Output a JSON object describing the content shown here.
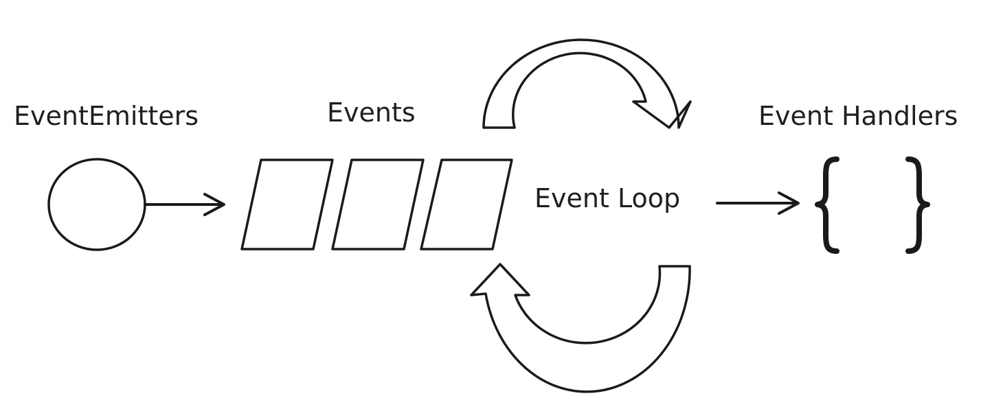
{
  "labels": {
    "emitters": "EventEmitters",
    "events": "Events",
    "loop": "Event Loop",
    "handlers": "Event Handlers"
  }
}
